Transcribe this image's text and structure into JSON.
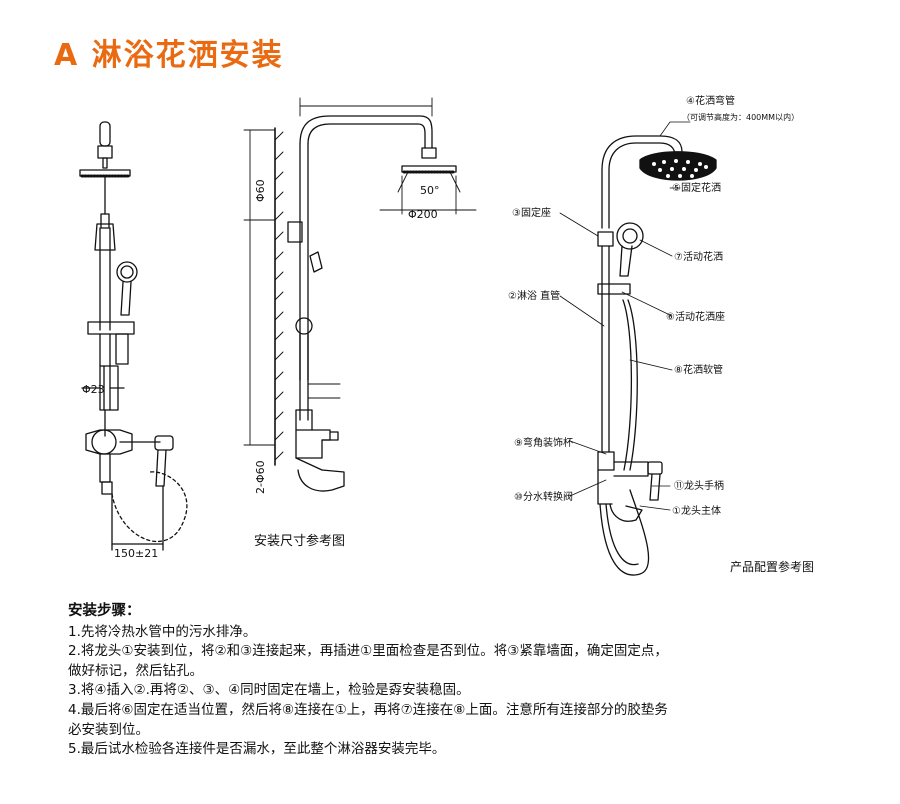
{
  "title": "A 淋浴花洒安装",
  "left_diagram": {
    "dia_23": "Φ23",
    "dim_150": "150±21"
  },
  "middle_diagram": {
    "angle": "50°",
    "dia_200": "Φ200",
    "dia_60_top": "Φ60",
    "dia_60_bottom": "2-Φ60",
    "caption": "安装尺寸参考图"
  },
  "right_diagram": {
    "labels": {
      "l4": "④花洒弯管",
      "l4_note": "（可调节高度为：400MM以内）",
      "l5": "⑤固定花洒",
      "l3": "③固定座",
      "l7": "⑦活动花洒",
      "l2": "②淋浴 直管",
      "l6": "⑥活动花洒座",
      "l8": "⑧花洒软管",
      "l9": "⑨弯角装饰杯",
      "l11": "⑪龙头手柄",
      "l10": "⑩分水转换阀",
      "l1": "①龙头主体"
    },
    "caption": "产品配置参考图"
  },
  "steps": {
    "heading": "安装步骤：",
    "items": [
      "1.先将冷热水管中的污水排净。",
      "2.将龙头①安装到位，将②和③连接起来，再插进①里面检查是否到位。将③紧靠墙面，确定固定点，",
      "做好标记，然后钻孔。",
      "3.将④插入②.再将②、③、④同时固定在墙上，检验是孬安装稳固。",
      "4.最后将⑥固定在适当位置，然后将⑧连接在①上，再将⑦连接在⑧上面。注意所有连接部分的胶垫务",
      "必安装到位。",
      "5.最后试水检验各连接件是否漏水，至此整个淋浴器安装完毕。"
    ]
  },
  "colors": {
    "title": "#ea6a12",
    "line": "#111111"
  }
}
